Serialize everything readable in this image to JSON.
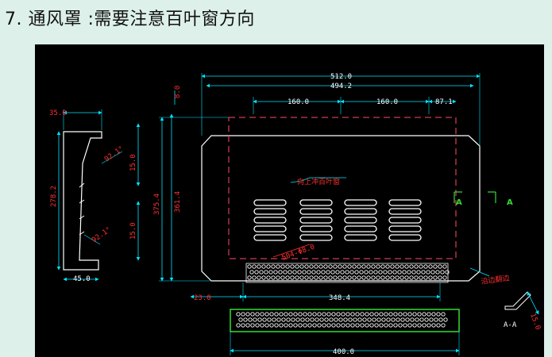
{
  "slide": {
    "title": "7. 通风罩 :需要注意百叶窗方向"
  },
  "drawing": {
    "dimensions": {
      "top_overall": "512.0",
      "top_inner": "494.2",
      "louver_span_1": "160.0",
      "louver_span_2": "160.0",
      "louver_edge": "87.1",
      "side_top": "35.0",
      "side_height": "278.2",
      "side_angle_1": "92.1°",
      "side_angle_2": "92.1°",
      "side_seg_1": "15.0",
      "side_seg_2": "15.0",
      "side_bottom": "45.0",
      "top_offset": "8.0",
      "left_height_1": "375.4",
      "left_height_2": "361.4",
      "hole_callout": "504-Φ8.0",
      "bottom_left": "23.0",
      "bottom_span": "348.4",
      "base_width": "400.0",
      "section_dim": "15.0"
    },
    "notes": {
      "louver_up": "向上冲百叶窗",
      "flange_edge": "沿边翻边",
      "section_label": "A-A",
      "section_mark_a": "A"
    },
    "colors": {
      "dimension_line": "#00e5ff",
      "outline": "#ffffff",
      "hidden_line": "#ff4d6d",
      "annotation": "#ff3030",
      "marker": "#33dd33"
    }
  }
}
